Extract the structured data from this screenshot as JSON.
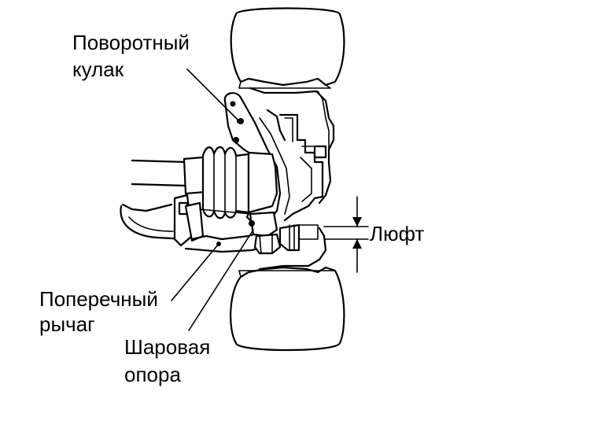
{
  "labels": {
    "knuckle_line1": "Поворотный",
    "knuckle_line2": "кулак",
    "lower_arm_line1": "Поперечный",
    "lower_arm_line2": "рычаг",
    "ball_joint_line1": "Шаровая",
    "ball_joint_line2": "опора",
    "play": "Люфт"
  },
  "colors": {
    "ink": "#000000",
    "paper": "#ffffff"
  }
}
